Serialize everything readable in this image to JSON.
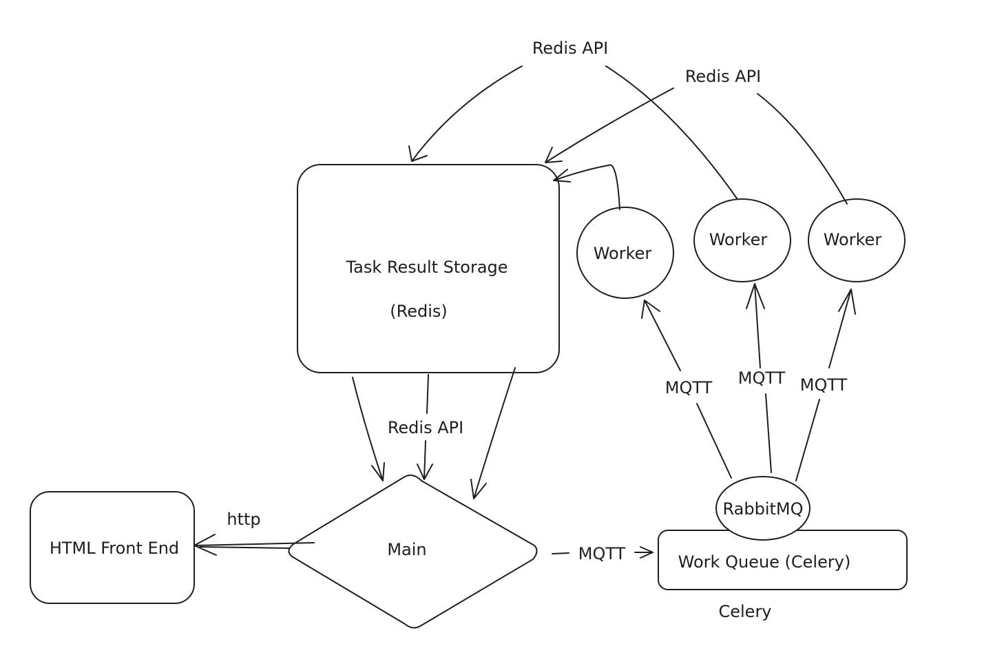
{
  "nodes": {
    "task_storage": {
      "line1": "Task Result Storage",
      "line2": "(Redis)"
    },
    "worker_1": {
      "label": "Worker"
    },
    "worker_2": {
      "label": "Worker"
    },
    "worker_3": {
      "label": "Worker"
    },
    "html_frontend": {
      "label": "HTML Front End"
    },
    "main": {
      "label": "Main"
    },
    "rabbitmq": {
      "label": "RabbitMQ"
    },
    "work_queue": {
      "label": "Work Queue (Celery)"
    }
  },
  "edge_labels": {
    "redis_api_top": "Redis API",
    "redis_api_right": "Redis API",
    "redis_api_main": "Redis API",
    "mqtt_w1": "MQTT",
    "mqtt_w2": "MQTT",
    "mqtt_w3": "MQTT",
    "http": "http",
    "mqtt_main_queue": "MQTT"
  },
  "annotations": {
    "celery": "Celery"
  }
}
